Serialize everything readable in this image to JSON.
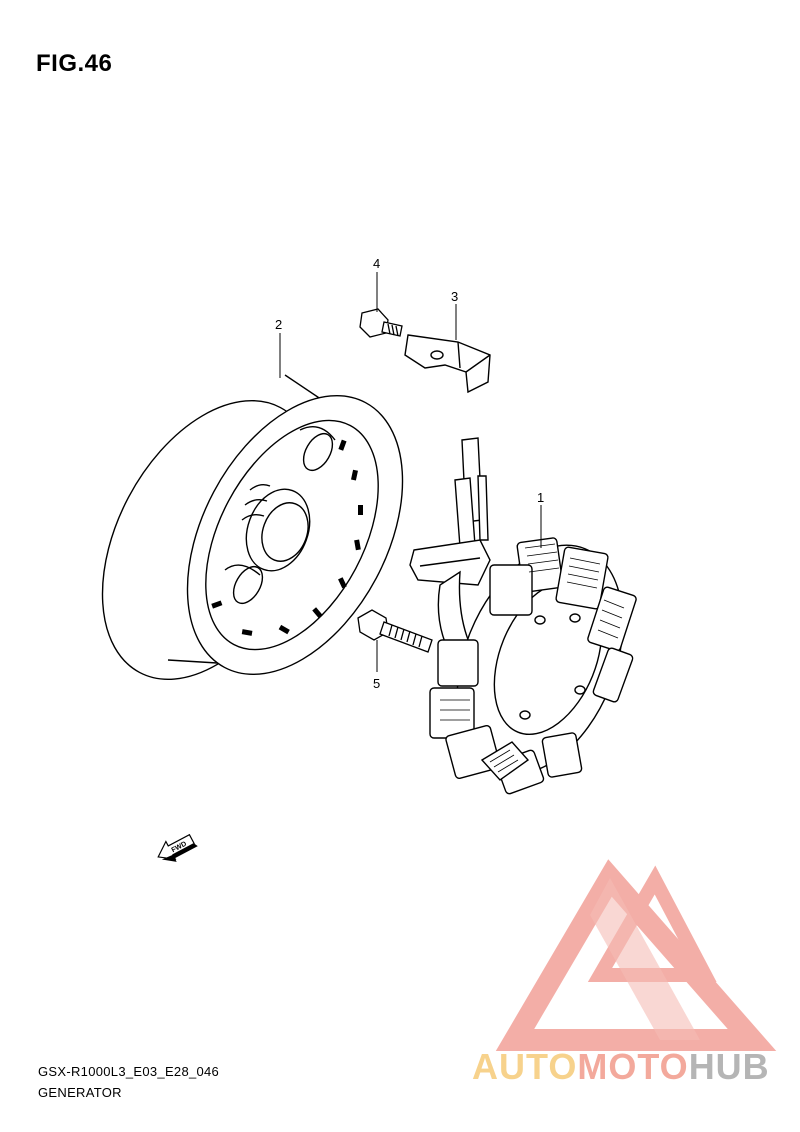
{
  "figure": {
    "title": "FIG.46"
  },
  "callouts": [
    {
      "id": "part-1",
      "label": "1"
    },
    {
      "id": "part-2",
      "label": "2"
    },
    {
      "id": "part-3",
      "label": "3"
    },
    {
      "id": "part-4",
      "label": "4"
    },
    {
      "id": "part-5",
      "label": "5"
    }
  ],
  "direction_marker": {
    "text": "FWD",
    "icon": "arrow-left-icon"
  },
  "footer": {
    "model_code": "GSX-R1000L3_E03_E28_046",
    "section_name": "GENERATOR"
  },
  "watermark": {
    "brand_part1": "AUTO",
    "brand_part2": "MOTO",
    "brand_part3": "HUB",
    "colors": {
      "part1": "#f7d28c",
      "part2": "#f3a99c",
      "part3": "#b5b5b5",
      "logo": "#f08a80"
    }
  }
}
